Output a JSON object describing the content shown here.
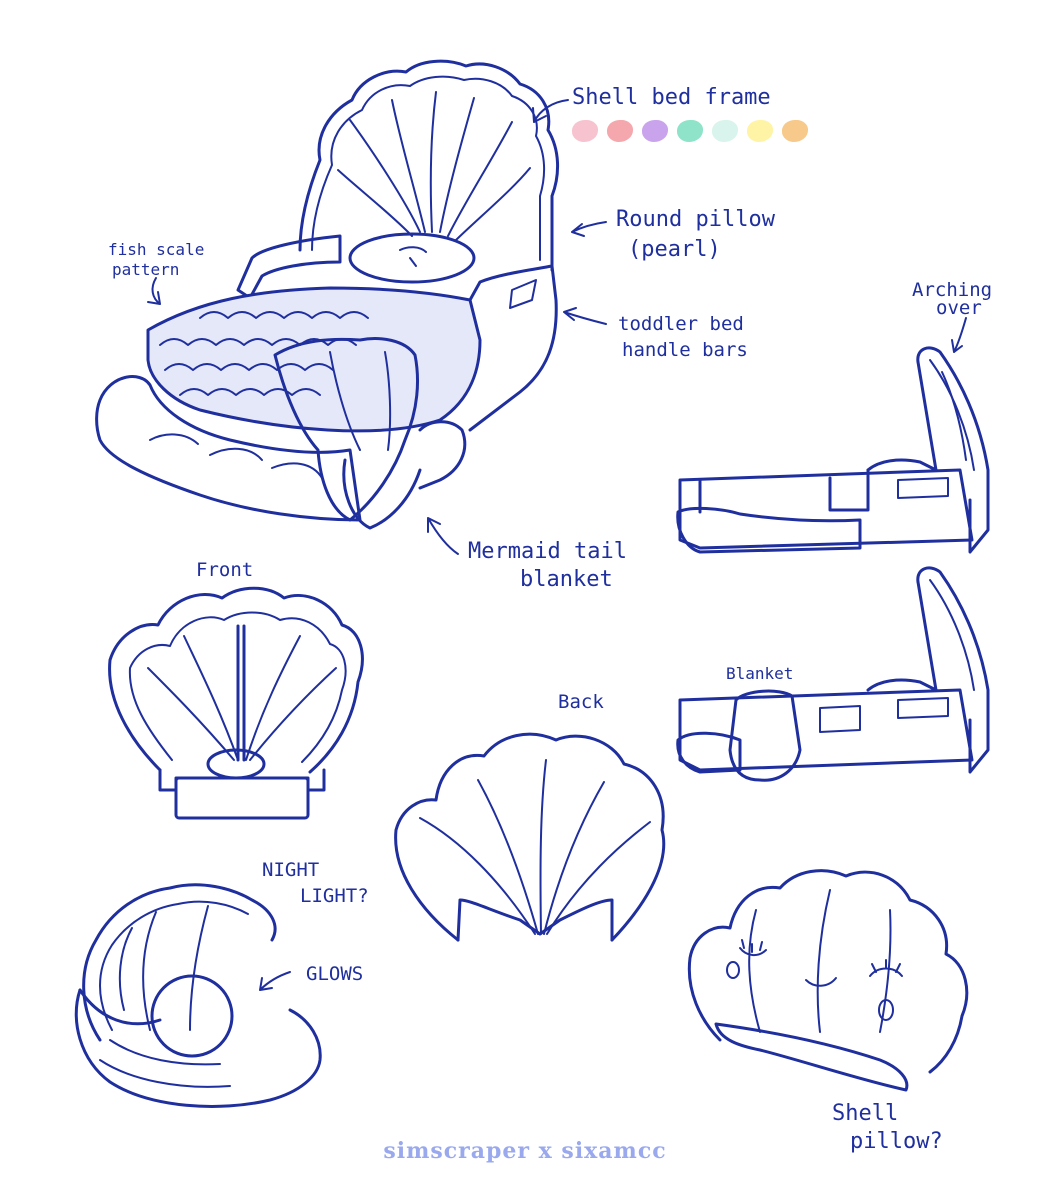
{
  "labels": {
    "shell_bed_frame": "Shell bed frame",
    "round_pillow": "Round pillow",
    "pearl": "(pearl)",
    "fish_scale_1": "fish scale",
    "fish_scale_2": "pattern",
    "toddler_1": "toddler bed",
    "toddler_2": "handle bars",
    "arching_1": "Arching",
    "arching_2": "over",
    "mermaid_1": "Mermaid tail",
    "mermaid_2": "blanket",
    "front": "Front",
    "back": "Back",
    "blanket": "Blanket",
    "night_1": "NIGHT",
    "night_2": "LIGHT?",
    "glows": "GLOWS",
    "shell_pillow_1": "Shell",
    "shell_pillow_2": "pillow?"
  },
  "credit": "simscraper x sixamcc",
  "colors": {
    "ink": "#1f2f9e",
    "palette": [
      "#f7c3cf",
      "#f4a7ad",
      "#c9a4ec",
      "#8ee3c8",
      "#d9f4ec",
      "#fff3a6",
      "#f7c98a"
    ]
  }
}
